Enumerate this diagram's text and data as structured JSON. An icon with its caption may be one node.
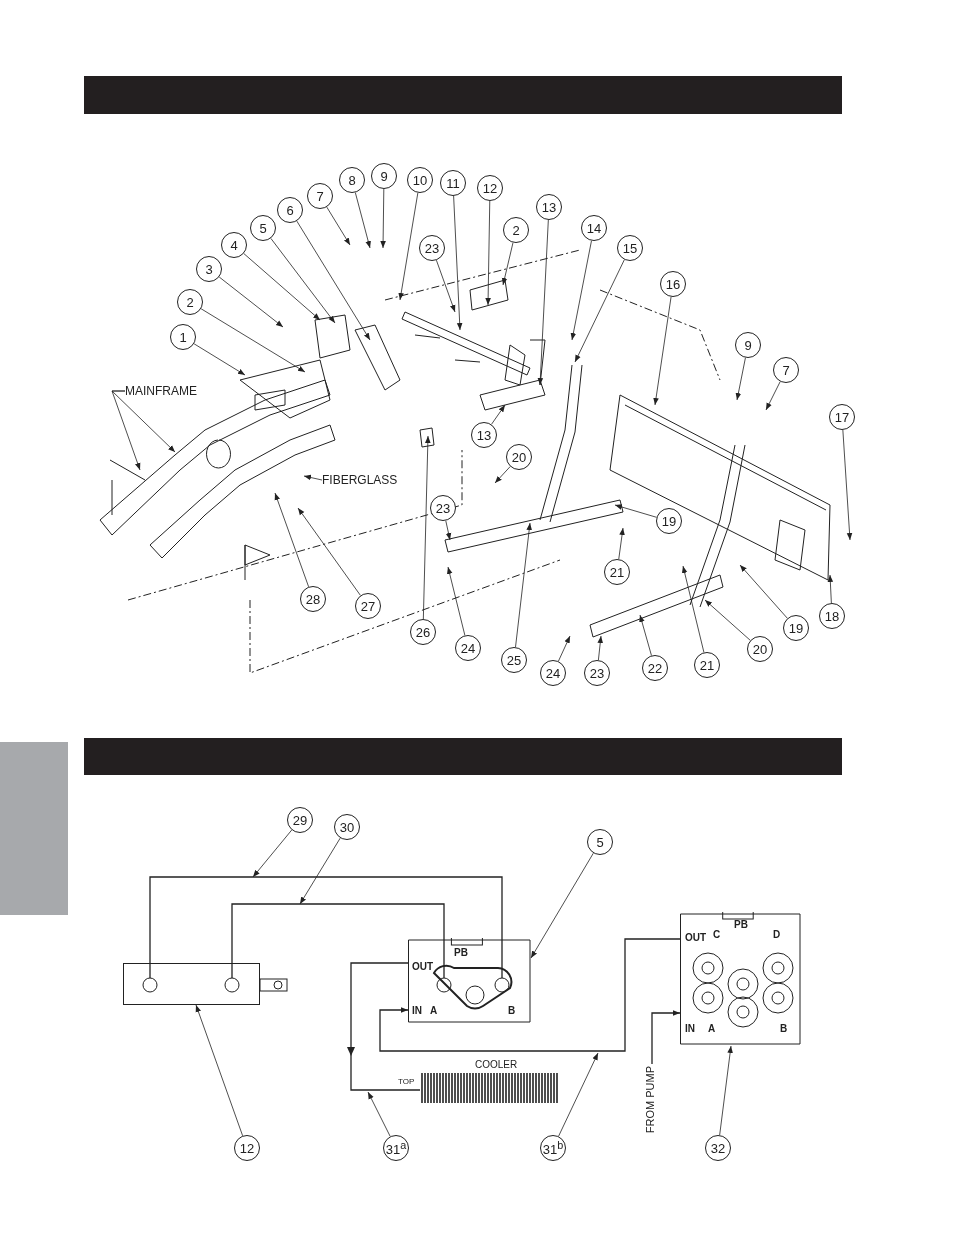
{
  "diagram": {
    "nodes": [
      {
        "text": [
          "1"
        ]
      },
      {
        "text": [
          "2"
        ]
      },
      {
        "text": [
          "3"
        ]
      },
      {
        "text": [
          "4"
        ]
      },
      {
        "text": [
          "5"
        ]
      },
      {
        "text": [
          "6"
        ]
      },
      {
        "text": [
          "7"
        ]
      },
      {
        "text": [
          "8"
        ]
      },
      {
        "text": [
          "9"
        ]
      },
      {
        "text": [
          "10"
        ]
      },
      {
        "text": [
          "11"
        ]
      },
      {
        "text": [
          "12"
        ]
      },
      {
        "text": [
          "23"
        ]
      },
      {
        "text": [
          "2"
        ]
      },
      {
        "text": [
          "13"
        ]
      },
      {
        "text": [
          "14"
        ]
      },
      {
        "text": [
          "15"
        ]
      },
      {
        "text": [
          "16"
        ]
      },
      {
        "text": [
          "9"
        ]
      },
      {
        "text": [
          "7"
        ]
      },
      {
        "text": [
          "MAINFRAME"
        ]
      },
      {
        "text": [
          "13"
        ]
      },
      {
        "text": [
          "17"
        ]
      },
      {
        "text": [
          "20"
        ]
      },
      {
        "text": [
          "FIBERGLASS"
        ]
      },
      {
        "text": [
          "23"
        ]
      },
      {
        "text": [
          "19"
        ]
      },
      {
        "text": [
          "21"
        ]
      },
      {
        "text": [
          "28"
        ]
      },
      {
        "text": [
          "27"
        ]
      },
      {
        "text": [
          "26"
        ]
      },
      {
        "text": [
          "24"
        ]
      },
      {
        "text": [
          "25"
        ]
      },
      {
        "text": [
          "24"
        ]
      },
      {
        "text": [
          "23"
        ]
      },
      {
        "text": [
          "22"
        ]
      },
      {
        "text": [
          "21"
        ]
      },
      {
        "text": [
          "19"
        ]
      },
      {
        "text": [
          "20"
        ]
      },
      {
        "text": [
          "18"
        ]
      },
      {
        "text": [
          "29"
        ]
      },
      {
        "text": [
          "30"
        ]
      },
      {
        "text": [
          "5"
        ]
      },
      {
        "text": [],
        "shape": "box"
      },
      {
        "text": [
          "PB",
          "OUT",
          "IN",
          "A",
          "B"
        ]
      },
      {
        "text": [
          "OUT",
          "C",
          "PB",
          "D",
          "IN",
          "A",
          "B"
        ]
      },
      {
        "text": [
          "COOLER"
        ],
        "beside": [
          "TOP"
        ]
      },
      {
        "text": [
          "FROM PUMP"
        ]
      },
      {
        "text": [
          "12"
        ]
      },
      {
        "text": [
          "31$^{a}$"
        ]
      },
      {
        "text": [
          "31$^{b}$"
        ]
      },
      {
        "text": [
          "32"
        ]
      },
      {
        "text": [],
        "shape": "bar"
      }
    ],
    "edges": [
      {
        "from": 0,
        "to": null,
        "arrow": "to"
      },
      {
        "from": 1,
        "to": null,
        "arrow": "to"
      },
      {
        "from": 2,
        "to": null,
        "arrow": "to"
      },
      {
        "from": 3,
        "to": null,
        "arrow": "to"
      },
      {
        "from": 4,
        "to": null,
        "arrow": "to"
      },
      {
        "from": 5,
        "to": null,
        "arrow": "to"
      },
      {
        "from": 6,
        "to": null,
        "arrow": "to"
      },
      {
        "from": 7,
        "to": null,
        "arrow": "to"
      },
      {
        "from": 8,
        "to": null,
        "arrow": "to"
      },
      {
        "from": 9,
        "to": null,
        "arrow": "to"
      },
      {
        "from": 10,
        "to": null,
        "arrow": "to"
      },
      {
        "from": 11,
        "to": null,
        "arrow": "to"
      },
      {
        "from": 12,
        "to": null,
        "arrow": "to"
      },
      {
        "from": 13,
        "to": null,
        "arrow": "to"
      },
      {
        "from": 14,
        "to": null,
        "arrow": "to"
      },
      {
        "from": 15,
        "to": null,
        "arrow": "to"
      },
      {
        "from": 16,
        "to": null,
        "arrow": "to"
      },
      {
        "from": 17,
        "to": null,
        "arrow": "to"
      },
      {
        "from": 18,
        "to": null,
        "arrow": "to"
      },
      {
        "from": 19,
        "to": null,
        "arrow": "to"
      },
      {
        "from": 20,
        "to": null,
        "arrow": "to"
      },
      {
        "from": 20,
        "to": null,
        "arrow": "to"
      },
      {
        "from": 21,
        "to": null,
        "arrow": "to"
      },
      {
        "from": 22,
        "to": null,
        "arrow": "to"
      },
      {
        "from": 23,
        "to": null,
        "arrow": "to"
      },
      {
        "from": 24,
        "to": null,
        "arrow": "to"
      },
      {
        "from": 25,
        "to": null,
        "arrow": "to"
      },
      {
        "from": 26,
        "to": null,
        "arrow": "to"
      },
      {
        "from": 27,
        "to": null,
        "arrow": "to"
      },
      {
        "from": 28,
        "to": null,
        "arrow": "to"
      },
      {
        "from": 29,
        "to": null,
        "arrow": "to"
      },
      {
        "from": 30,
        "to": null,
        "arrow": "to"
      },
      {
        "from": 31,
        "to": null,
        "arrow": "to"
      },
      {
        "from": 32,
        "to": null,
        "arrow": "to"
      },
      {
        "from": 33,
        "to": null,
        "arrow": "to"
      },
      {
        "from": 34,
        "to": null,
        "arrow": "to"
      },
      {
        "from": 35,
        "to": null,
        "arrow": "to"
      },
      {
        "from": 36,
        "to": null,
        "arrow": "to"
      },
      {
        "from": 37,
        "to": null,
        "arrow": "to"
      },
      {
        "from": 38,
        "to": null,
        "arrow": "to"
      },
      {
        "from": 39,
        "to": null,
        "arrow": "to"
      },
      {
        "from": 40,
        "to": null,
        "arrow": "to"
      },
      {
        "from": 41,
        "to": null,
        "arrow": "to"
      },
      {
        "from": 42,
        "to": 44,
        "arrow": "to"
      },
      {
        "from": 43,
        "to": 44,
        "arrow": "none"
      },
      {
        "from": 43,
        "to": 44,
        "arrow": "none"
      },
      {
        "from": 44,
        "to": 46,
        "arrow": "to"
      },
      {
        "from": 45,
        "to": 44,
        "arrow": "to"
      },
      {
        "from": 47,
        "to": 45,
        "arrow": "to"
      },
      {
        "from": 48,
        "to": 43,
        "arrow": "to"
      },
      {
        "from": 49,
        "to": null,
        "arrow": "to"
      },
      {
        "from": 50,
        "to": null,
        "arrow": "to"
      },
      {
        "from": 51,
        "to": 45,
        "arrow": "to"
      }
    ]
  }
}
